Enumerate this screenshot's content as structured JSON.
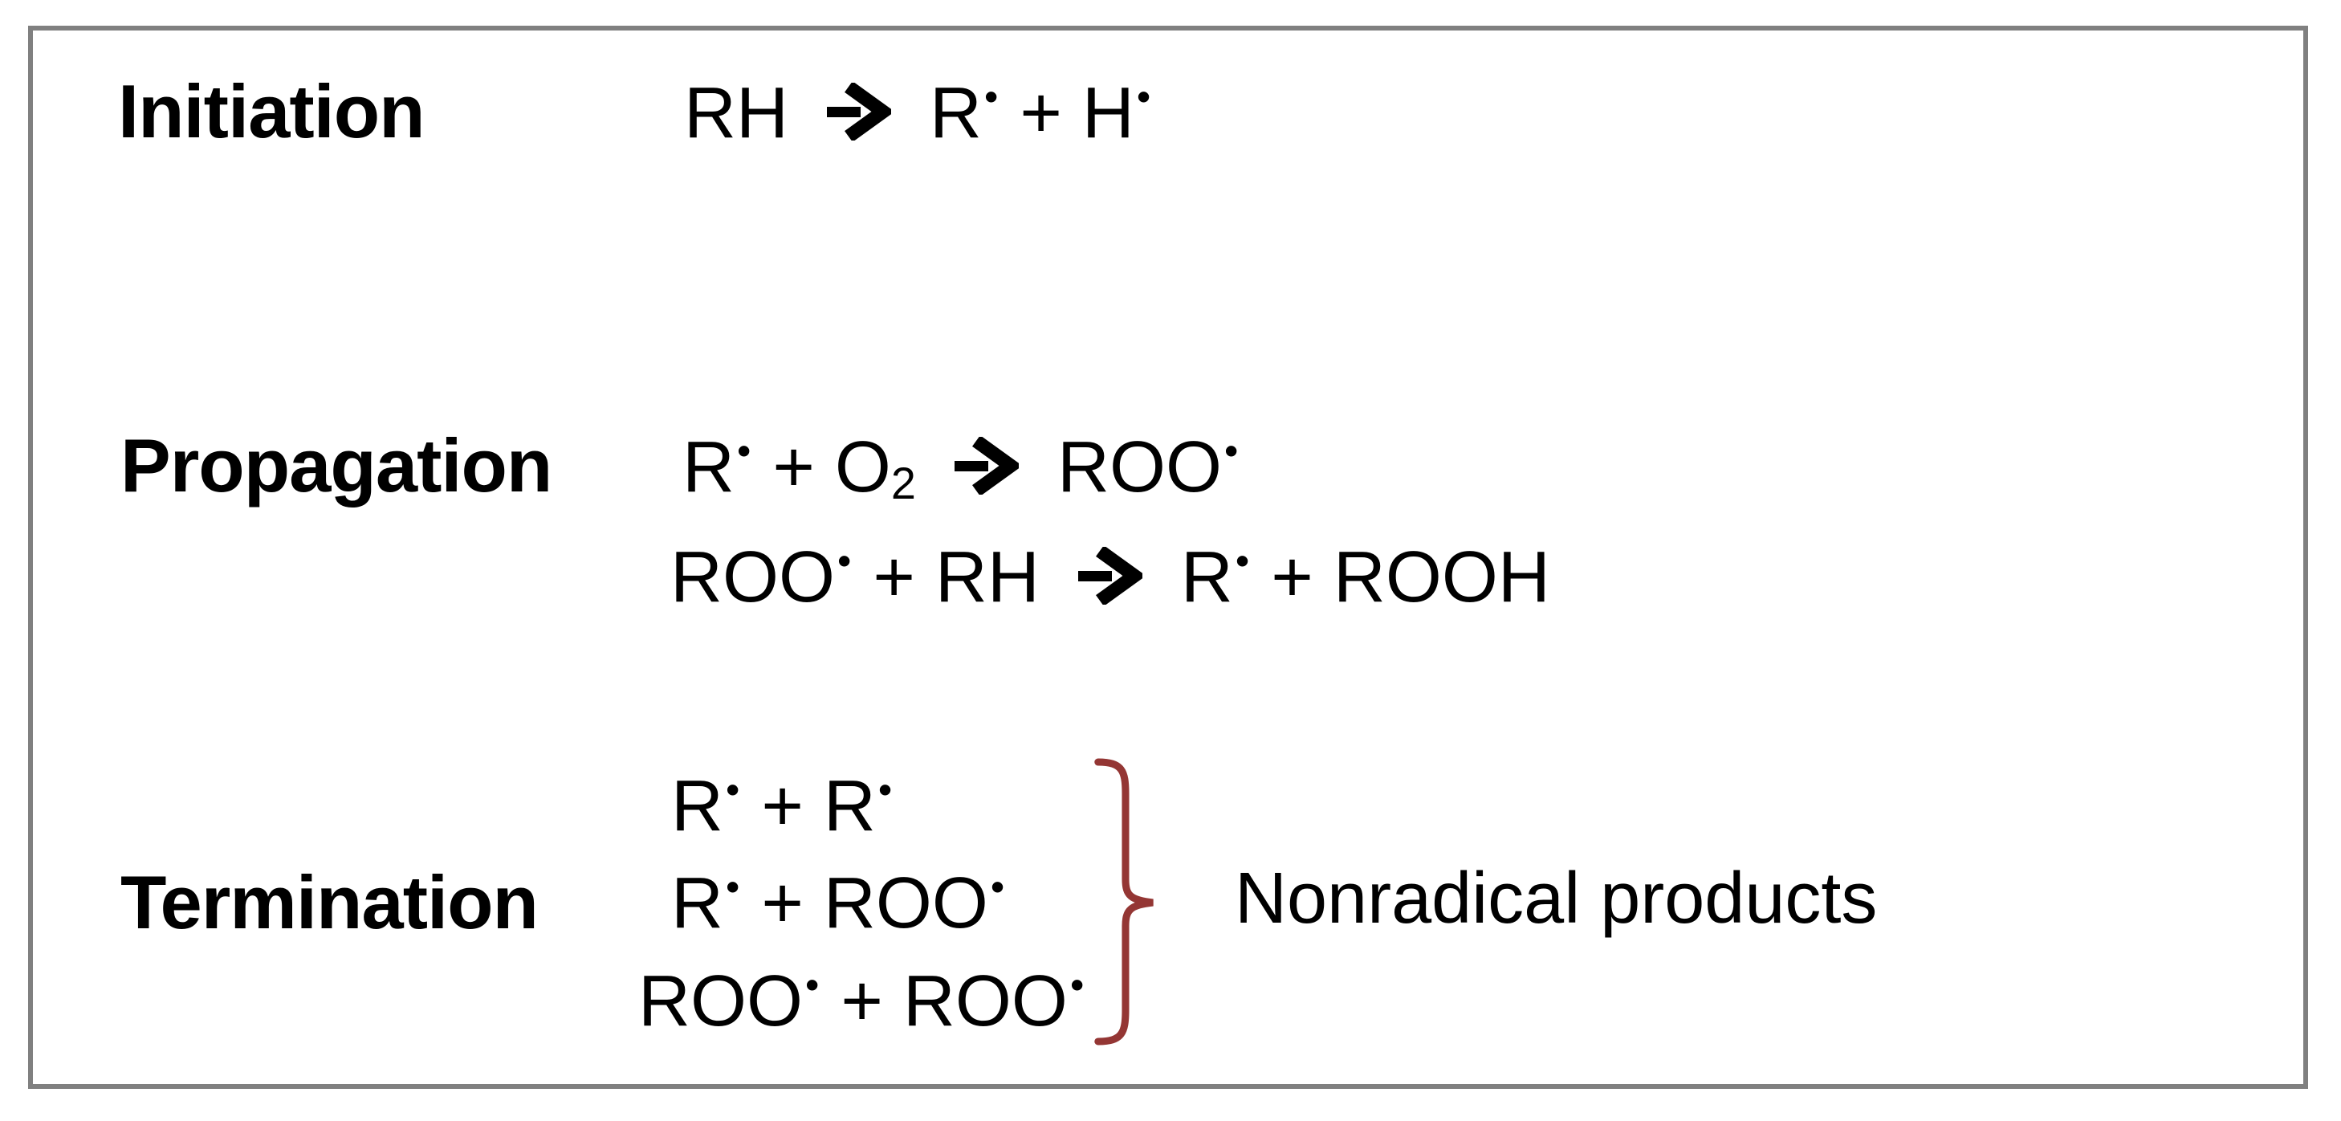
{
  "figure": {
    "kind": "radical-chain-reaction-scheme"
  },
  "sections": [
    {
      "label": "Initiation",
      "equations": [
        [
          {
            "t": "text",
            "v": "RH"
          },
          {
            "t": "arrow"
          },
          {
            "t": "text",
            "v": "R"
          },
          {
            "t": "dot",
            "v": "•"
          },
          {
            "t": "text",
            "v": " + H"
          },
          {
            "t": "dot",
            "v": "•"
          }
        ]
      ]
    },
    {
      "label": "Propagation",
      "equations": [
        [
          {
            "t": "text",
            "v": "R"
          },
          {
            "t": "dot",
            "v": "•"
          },
          {
            "t": "text",
            "v": " + O"
          },
          {
            "t": "sub",
            "v": "2"
          },
          {
            "t": "arrow"
          },
          {
            "t": "text",
            "v": "ROO"
          },
          {
            "t": "dot",
            "v": "•"
          }
        ],
        [
          {
            "t": "text",
            "v": "ROO"
          },
          {
            "t": "dot",
            "v": "•"
          },
          {
            "t": "text",
            "v": " + RH"
          },
          {
            "t": "arrow"
          },
          {
            "t": "text",
            "v": "R"
          },
          {
            "t": "dot",
            "v": "•"
          },
          {
            "t": "text",
            "v": " + ROOH"
          }
        ]
      ]
    },
    {
      "label": "Termination",
      "equations": [
        [
          {
            "t": "text",
            "v": "R"
          },
          {
            "t": "dot",
            "v": "•"
          },
          {
            "t": "text",
            "v": " + R"
          },
          {
            "t": "dot",
            "v": "•"
          }
        ],
        [
          {
            "t": "text",
            "v": "R"
          },
          {
            "t": "dot",
            "v": "•"
          },
          {
            "t": "text",
            "v": " + ROO"
          },
          {
            "t": "dot",
            "v": "•"
          }
        ],
        [
          {
            "t": "text",
            "v": "ROO"
          },
          {
            "t": "dot",
            "v": "•"
          },
          {
            "t": "text",
            "v": " + ROO"
          },
          {
            "t": "dot",
            "v": "•"
          }
        ]
      ],
      "brace_note": "Nonradical products"
    }
  ],
  "icons": {
    "arrow": "right-arrow-icon",
    "brace": "right-curly-brace-icon"
  },
  "colors": {
    "text": "#000000",
    "border": "#808080",
    "brace": "#943634",
    "background": "#ffffff"
  }
}
